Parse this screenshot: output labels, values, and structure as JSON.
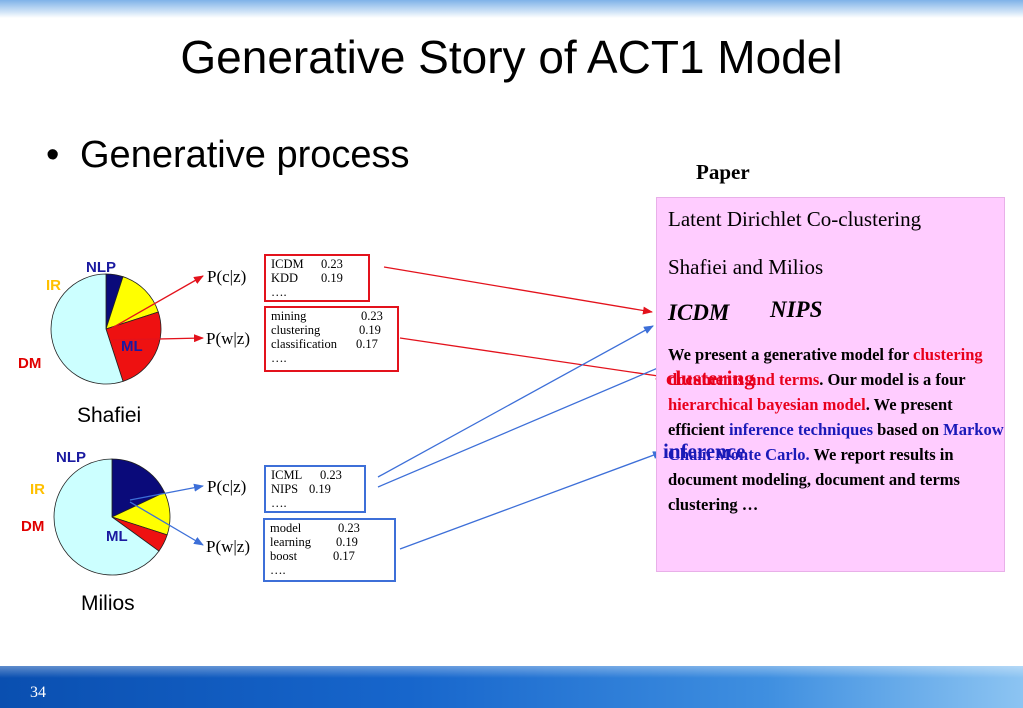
{
  "slide": {
    "title": "Generative Story of ACT1 Model",
    "bullet": "Generative process",
    "bullet_symbol": "•",
    "page_number": "34"
  },
  "authors": [
    {
      "name": "Shafiei",
      "pie": {
        "slices": [
          {
            "label": "NLP",
            "value": 0.05,
            "color": "#0a0a7a",
            "label_color": "#1a1aa0"
          },
          {
            "label": "IR",
            "value": 0.15,
            "color": "#ffff00",
            "label_color": "#ffc000"
          },
          {
            "label": "DM",
            "value": 0.25,
            "color": "#ee1111",
            "label_color": "#e00000"
          },
          {
            "label": "ML",
            "value": 0.55,
            "color": "#ccffff",
            "label_color": "#1a1aa0"
          }
        ]
      },
      "p_cz": {
        "label": "P(c|z)",
        "rows": [
          {
            "w": "ICDM",
            "v": "0.23"
          },
          {
            "w": "KDD",
            "v": "0.19"
          },
          {
            "w": "….",
            "v": ""
          }
        ]
      },
      "p_wz": {
        "label": "P(w|z)",
        "rows": [
          {
            "w": "mining",
            "v": "0.23"
          },
          {
            "w": "clustering",
            "v": "0.19"
          },
          {
            "w": "classification",
            "v": "0.17"
          },
          {
            "w": "….",
            "v": ""
          }
        ]
      }
    },
    {
      "name": "Milios",
      "pie": {
        "slices": [
          {
            "label": "NLP",
            "value": 0.18,
            "color": "#0a0a7a",
            "label_color": "#1a1aa0"
          },
          {
            "label": "IR",
            "value": 0.12,
            "color": "#ffff00",
            "label_color": "#ffc000"
          },
          {
            "label": "DM",
            "value": 0.05,
            "color": "#ee1111",
            "label_color": "#e00000"
          },
          {
            "label": "ML",
            "value": 0.65,
            "color": "#ccffff",
            "label_color": "#1a1aa0"
          }
        ]
      },
      "p_cz": {
        "label": "P(c|z)",
        "rows": [
          {
            "w": "ICML",
            "v": "0.23"
          },
          {
            "w": "NIPS",
            "v": "0.19"
          },
          {
            "w": "….",
            "v": ""
          }
        ]
      },
      "p_wz": {
        "label": "P(w|z)",
        "rows": [
          {
            "w": "model",
            "v": "0.23"
          },
          {
            "w": "learning",
            "v": "0.19"
          },
          {
            "w": "boost",
            "v": "0.17"
          },
          {
            "w": "….",
            "v": ""
          }
        ]
      }
    }
  ],
  "paper": {
    "label": "Paper",
    "title": "Latent Dirichlet Co-clustering",
    "authors": "Shafiei and Milios",
    "venue_1": "ICDM",
    "venue_2": "NIPS",
    "abstract": {
      "s1": "We present a generative model for ",
      "s2": "clustering documents and terms",
      "s3": ". Our model is a four ",
      "s4": "hierarchical bayesian model",
      "s5": ". We present efficient ",
      "s6": "inference techniques",
      "s7": " based on ",
      "s8": "Markow Chain Monte Carlo.",
      "s9": " We report results in document modeling, document and terms clustering …"
    },
    "overlay_word_1": "clustering",
    "overlay_word_2": "inference"
  },
  "colors": {
    "red": "#e3121c",
    "blue": "#3d6fd8",
    "paper_bg": "#ffccff",
    "ml": "#ccffff"
  }
}
